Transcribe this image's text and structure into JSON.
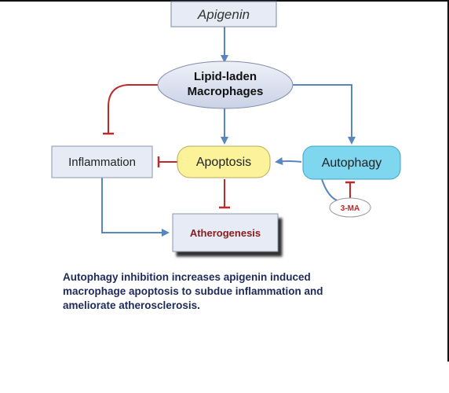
{
  "nodes": {
    "apigenin": "Apigenin",
    "macrophages_line1": "Lipid-laden",
    "macrophages_line2": "Macrophages",
    "inflammation": "Inflammation",
    "apoptosis": "Apoptosis",
    "autophagy": "Autophagy",
    "atherogenesis": "Atherogenesis",
    "inhibitor": "3-MA"
  },
  "caption": {
    "line1": "Autophagy inhibition increases apigenin induced",
    "line2": "macrophage apoptosis to  subdue inflammation and",
    "line3": "ameliorate atherosclerosis."
  },
  "colors": {
    "activation_arrow": "#5a86c0",
    "inhibition_arrow": "#c0282a",
    "box_fill": "#e6ebf5",
    "apoptosis_fill": "#fbf29a",
    "autophagy_fill": "#7ed6ef",
    "atherogenesis_text": "#8b1a1a",
    "caption_text": "#1f2a5a"
  }
}
